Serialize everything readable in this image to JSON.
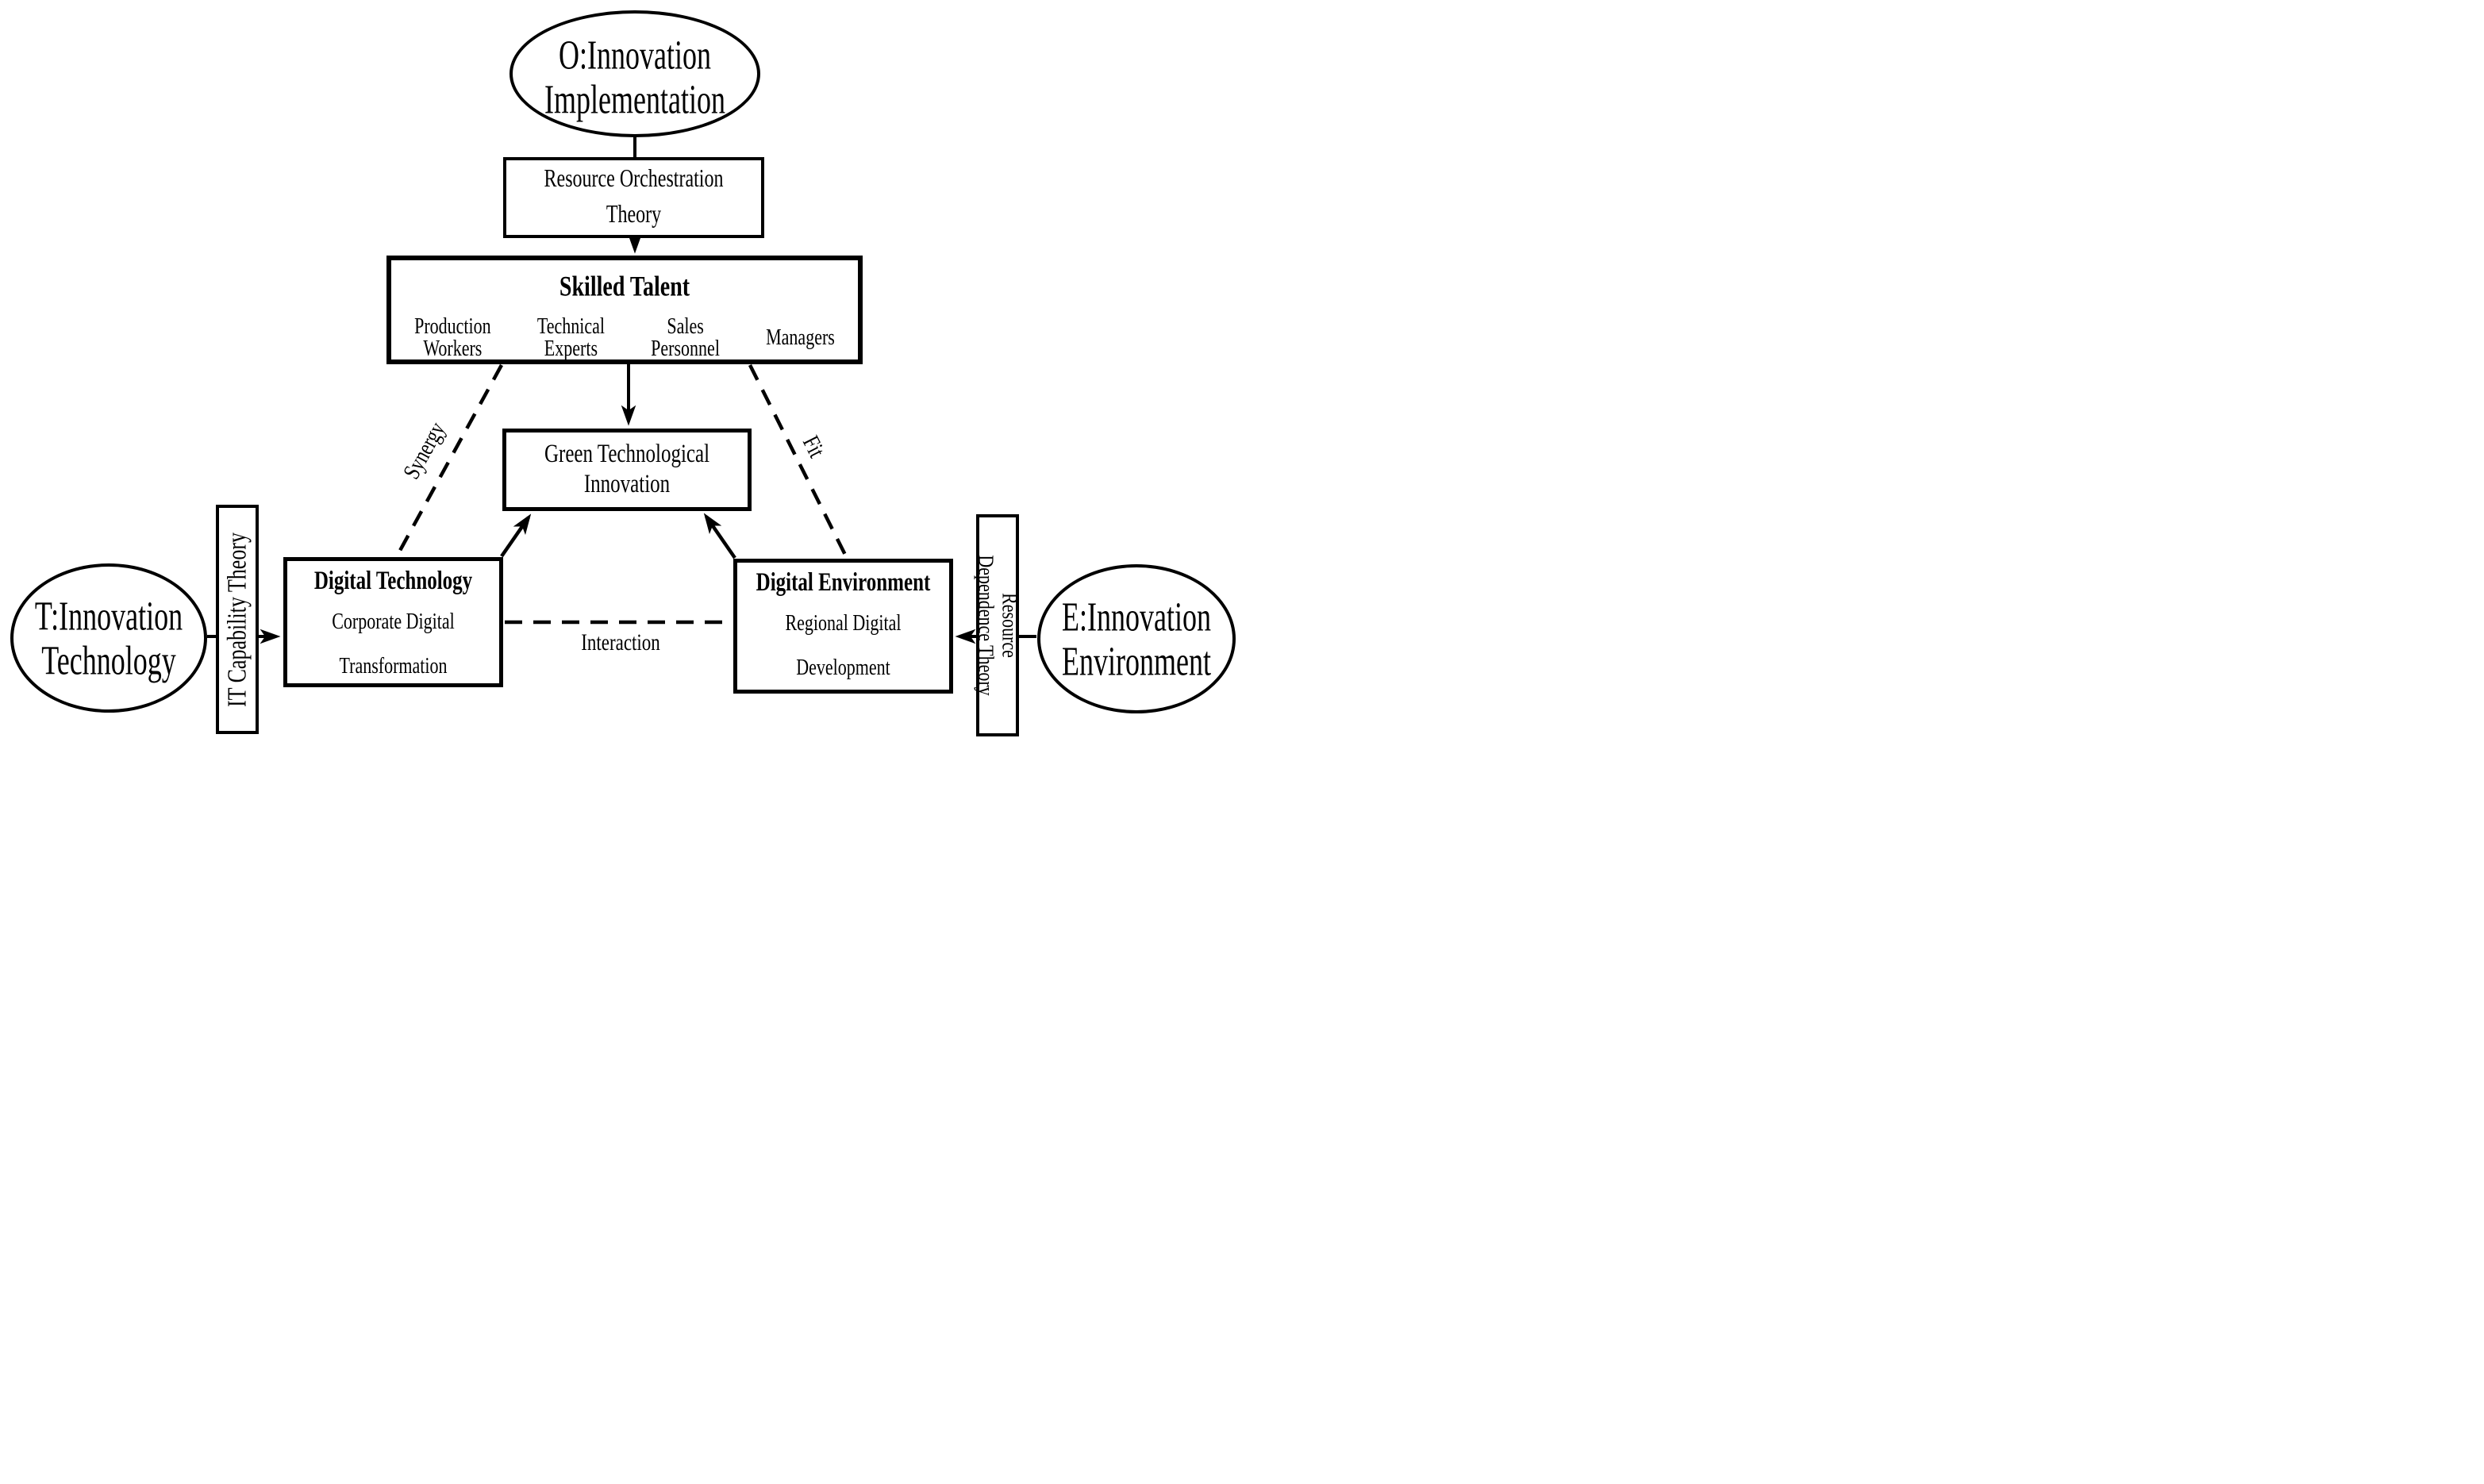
{
  "figure": {
    "background": "#ffffff",
    "ink": "#000000",
    "nodes": {
      "innovation_implementation": {
        "line1": "O:Innovation",
        "line2": "Implementation"
      },
      "resource_orchestration": {
        "line1": "Resource Orchestration",
        "line2": "Theory"
      },
      "skilled_talent": {
        "title": "Skilled Talent",
        "items": [
          [
            "Production",
            "Workers"
          ],
          [
            "Technical",
            "Experts"
          ],
          [
            "Sales",
            "Personnel"
          ],
          [
            "Managers"
          ]
        ]
      },
      "green_innovation": {
        "line1": "Green Technological",
        "line2": "Innovation"
      },
      "digital_technology": {
        "title": "Digital Technology",
        "sub1": "Corporate Digital",
        "sub2": "Transformation"
      },
      "digital_environment": {
        "title": "Digital Environment",
        "sub1": "Regional Digital",
        "sub2": "Development"
      },
      "innovation_technology": {
        "line1": "T:Innovation",
        "line2": "Technology"
      },
      "innovation_environment": {
        "line1": "E:Innovation",
        "line2": "Environment"
      },
      "it_capability": {
        "label": "IT Capability Theory"
      },
      "resource_dependence": {
        "line1": "Resource",
        "line2": "Dependence Theory"
      }
    },
    "edges": {
      "synergy_label": "Synergy",
      "fit_label": "Fit",
      "interaction_label": "Interaction"
    }
  }
}
